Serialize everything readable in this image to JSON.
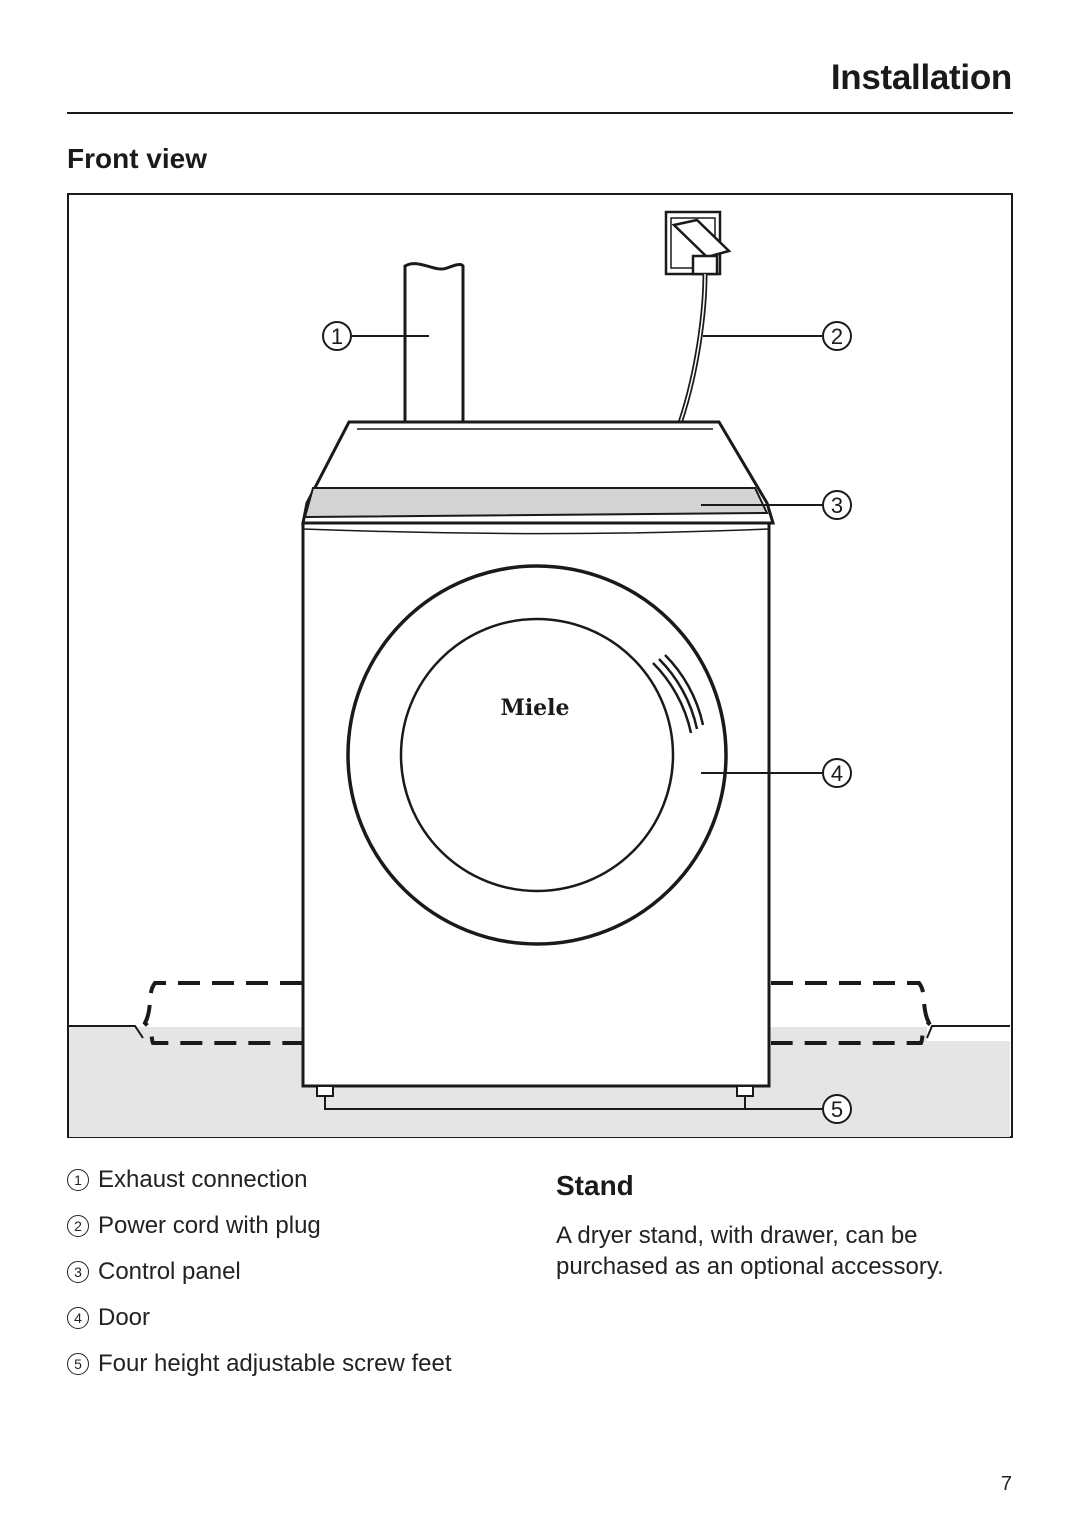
{
  "header": {
    "title": "Installation"
  },
  "section": {
    "title": "Front view"
  },
  "figure": {
    "brand_logo": "Miele",
    "callouts": [
      "1",
      "2",
      "3",
      "4",
      "5"
    ]
  },
  "legend": [
    {
      "num": "1",
      "label": "Exhaust connection"
    },
    {
      "num": "2",
      "label": "Power cord with plug"
    },
    {
      "num": "3",
      "label": "Control panel"
    },
    {
      "num": "4",
      "label": "Door"
    },
    {
      "num": "5",
      "label": "Four height adjustable screw feet"
    }
  ],
  "stand": {
    "title": "Stand",
    "text": "A dryer stand, with drawer, can be purchased as an optional accessory."
  },
  "page": {
    "number": "7"
  }
}
